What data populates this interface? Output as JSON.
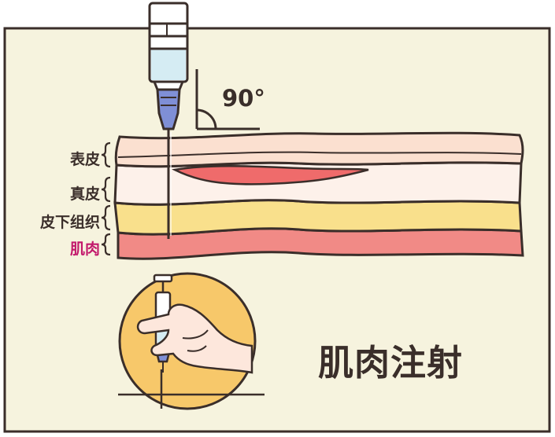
{
  "angle_label": "90°",
  "title": "肌肉注射",
  "layers": [
    {
      "label": "表皮",
      "color": "#3a2e2a"
    },
    {
      "label": "真皮",
      "color": "#3a2e2a"
    },
    {
      "label": "皮下组织",
      "color": "#3a2e2a"
    },
    {
      "label": "肌肉",
      "color": "#c2186b"
    }
  ],
  "colors": {
    "panel_background": "#f6f3de",
    "outline": "#3a2e2a",
    "epidermis": "#fbe0d0",
    "dermis": "#fdf1ea",
    "subcutaneous": "#f9e08c",
    "muscle": "#f18a86",
    "vessel": "#ef6b6b",
    "syringe_liquid": "#d5ecf3",
    "needle_hub": "#7f8fd6",
    "hand": "#fde7dc",
    "circle_bg": "#f7c86a"
  }
}
